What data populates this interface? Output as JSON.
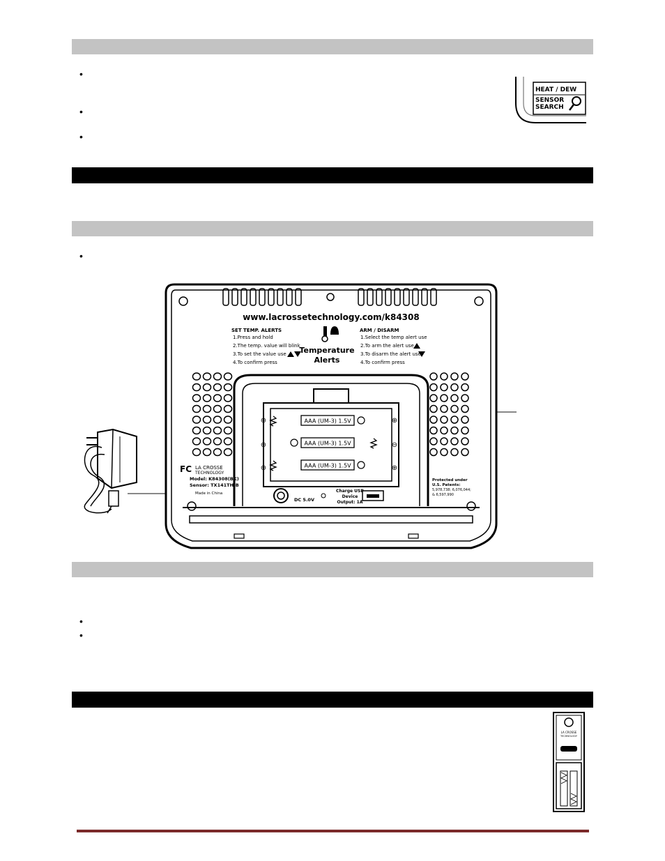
{
  "sections": [
    {
      "type": "gray",
      "bullets": 3
    },
    {
      "type": "black"
    },
    {
      "type": "gray",
      "bullets": 1
    },
    {
      "type": "gray",
      "bullets": 2
    },
    {
      "type": "black"
    }
  ],
  "bullet_glyph": "•",
  "button_panel": {
    "line1": "HEAT / DEW",
    "line2": "SENSOR",
    "line3": "SEARCH"
  },
  "device": {
    "url": "www.lacrossetechnology.com/k84308",
    "set_alerts": {
      "title": "SET TEMP. ALERTS",
      "step1": "1.Press and hold",
      "step2": "2.The temp. value will blink",
      "step3": "3.To set the value use",
      "step4": "4.To confirm press"
    },
    "center": {
      "line1": "Temperature",
      "line2": "Alerts"
    },
    "arm": {
      "title": "ARM / DISARM",
      "step1": "1.Select the temp alert use",
      "step2": "2.To arm the alert use",
      "step3": "3.To disarm the alert use",
      "step4": "4.To confirm press"
    },
    "battery_label": "AAA (UM-3) 1.5V",
    "brand": {
      "fc": "FC",
      "name": "LA CROSSE",
      "sub": "TECHNOLOGY",
      "model": "Model: K84308(BK)",
      "sensor": "Sensor: TX141TH-B",
      "made": "Made in China"
    },
    "dc": "DC 5.0V",
    "usb": {
      "line1": "Charge USB",
      "line2": "Device",
      "line3": "Output: 1A"
    },
    "patents": {
      "line1": "Protected under",
      "line2": "U.S. Patents:",
      "line3": "5,978,738; 6,076,044;",
      "line4": "& 6,597,990"
    }
  },
  "sensor": {
    "line1": "LA CROSSE",
    "line2": "TECHNOLOGY"
  }
}
